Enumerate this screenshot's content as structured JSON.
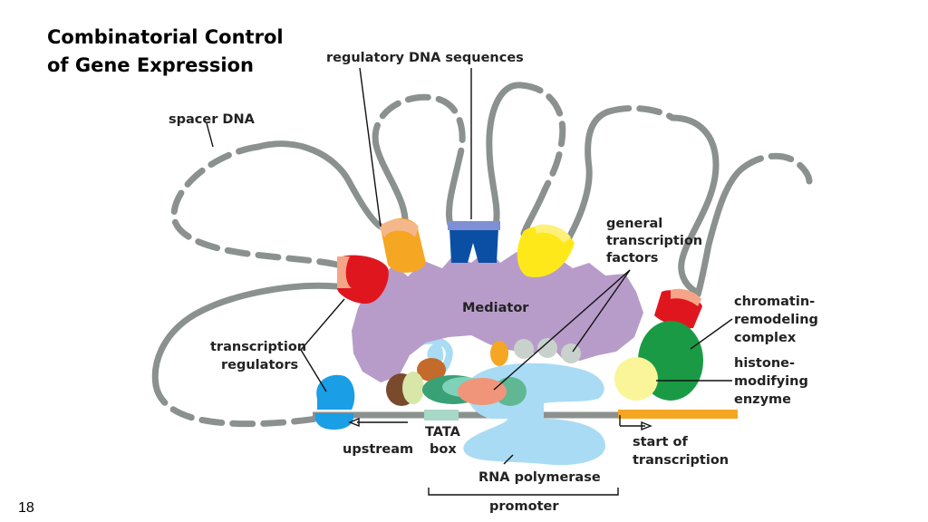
{
  "slide": {
    "title_line1": "Combinatorial Control",
    "title_line2": "of Gene Expression",
    "number": "18"
  },
  "labels": {
    "regulatory_dna": "regulatory DNA sequences",
    "spacer_dna": "spacer DNA",
    "general_tf": [
      "general",
      "transcription",
      "factors"
    ],
    "mediator": "Mediator",
    "chromatin_remodeling": [
      "chromatin-",
      "remodeling",
      "complex"
    ],
    "histone_modifying": [
      "histone-",
      "modifying",
      "enzyme"
    ],
    "transcription_regulators": [
      "transcription",
      "regulators"
    ],
    "tata_box": [
      "TATA",
      "box"
    ],
    "upstream": "upstream",
    "start_of_transcription": [
      "start of",
      "transcription"
    ],
    "rna_polymerase": "RNA polymerase",
    "promoter": "promoter"
  },
  "colors": {
    "dna": "#8a918e",
    "mediator": "#b79cc9",
    "red_regulator": "#e0161f",
    "orange_regulator": "#f5a623",
    "blue_regulator": "#0a4fa3",
    "yellow_regulator": "#ffe81a",
    "chromatin_complex": "#1a9a44",
    "histone_enzyme": "#fbf59a",
    "rna_polymerase": "#a9dcf4",
    "transcribed_region": "#f5a623"
  }
}
